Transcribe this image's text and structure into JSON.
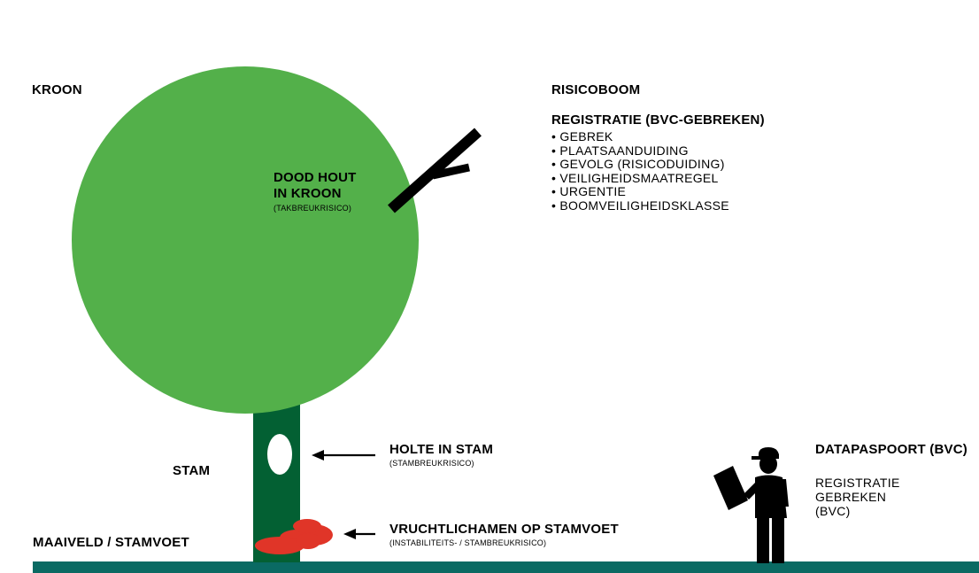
{
  "colors": {
    "crown": "#53b04a",
    "trunk": "#036033",
    "ground": "#0a6a63",
    "fungus": "#e03528",
    "ink": "#000000",
    "hollow": "#ffffff"
  },
  "labels": {
    "kroon": "KROON",
    "stam": "STAM",
    "maaiveld": "MAAIVELD / STAMVOET",
    "risicoboom": "RISICOBOOM",
    "registratie_title": "REGISTRATIE (BVC-GEBREKEN)",
    "registratie_items": [
      "GEBREK",
      "PLAATSAANDUIDING",
      "GEVOLG (RISICODUIDING)",
      "VEILIGHEIDSMAATREGEL",
      "URGENTIE",
      "BOOMVEILIGHEIDSKLASSE"
    ],
    "dood_hout_line1": "DOOD HOUT",
    "dood_hout_line2": "IN KROON",
    "dood_hout_sub": "(TAKBREUKRISICO)",
    "holte_title": "HOLTE IN STAM",
    "holte_sub": "(STAMBREUKRISICO)",
    "vrucht_title": "VRUCHTLICHAMEN OP STAMVOET",
    "vrucht_sub": "(INSTABILITEITS- / STAMBREUKRISICO)",
    "datapaspoort_title": "DATAPASPOORT (BVC)",
    "datapaspoort_lines": [
      "REGISTRATIE",
      "GEBREKEN",
      "(BVC)"
    ]
  },
  "icons": {
    "person": "inspector-with-clipboard-icon",
    "arrow": "arrow-left-icon"
  }
}
